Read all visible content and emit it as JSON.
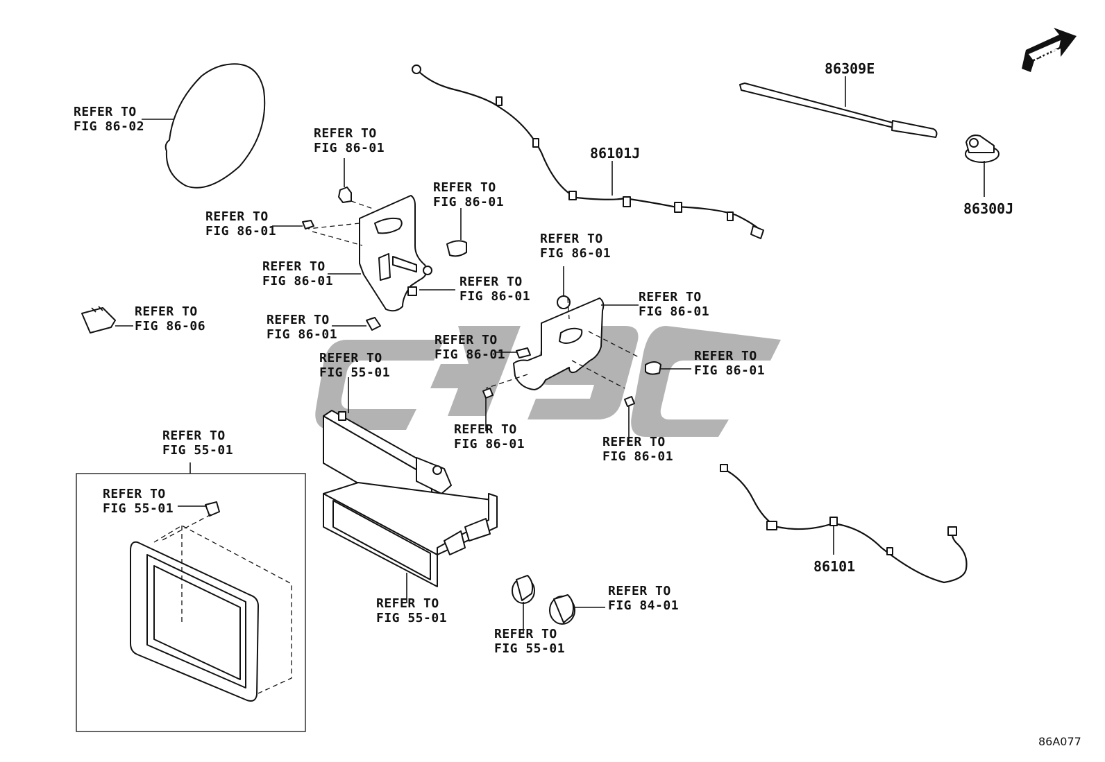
{
  "diagram": {
    "orientation_badge": "FWD",
    "figure_code": "86A077",
    "part_numbers": {
      "antenna_rod": "86309E",
      "antenna_base": "86300J",
      "antenna_cable_upper": "86101J",
      "antenna_cable_lower": "86101"
    },
    "refer_labels": [
      {
        "line1": "REFER TO",
        "line2": "FIG 86-02"
      },
      {
        "line1": "REFER TO",
        "line2": "FIG 86-01"
      },
      {
        "line1": "REFER TO",
        "line2": "FIG 86-01"
      },
      {
        "line1": "REFER TO",
        "line2": "FIG 86-01"
      },
      {
        "line1": "REFER TO",
        "line2": "FIG 86-01"
      },
      {
        "line1": "REFER TO",
        "line2": "FIG 86-01"
      },
      {
        "line1": "REFER TO",
        "line2": "FIG 86-01"
      },
      {
        "line1": "REFER TO",
        "line2": "FIG 86-06"
      },
      {
        "line1": "REFER TO",
        "line2": "FIG 86-01"
      },
      {
        "line1": "REFER TO",
        "line2": "FIG 86-01"
      },
      {
        "line1": "REFER TO",
        "line2": "FIG 86-01"
      },
      {
        "line1": "REFER TO",
        "line2": "FIG 55-01"
      },
      {
        "line1": "REFER TO",
        "line2": "FIG 86-01"
      },
      {
        "line1": "REFER TO",
        "line2": "FIG 86-01"
      },
      {
        "line1": "REFER TO",
        "line2": "FIG 86-01"
      },
      {
        "line1": "REFER TO",
        "line2": "FIG 55-01"
      },
      {
        "line1": "REFER TO",
        "line2": "FIG 55-01"
      },
      {
        "line1": "REFER TO",
        "line2": "FIG 55-01"
      },
      {
        "line1": "REFER TO",
        "line2": "FIG 84-01"
      },
      {
        "line1": "REFER TO",
        "line2": "FIG 55-01"
      }
    ]
  }
}
